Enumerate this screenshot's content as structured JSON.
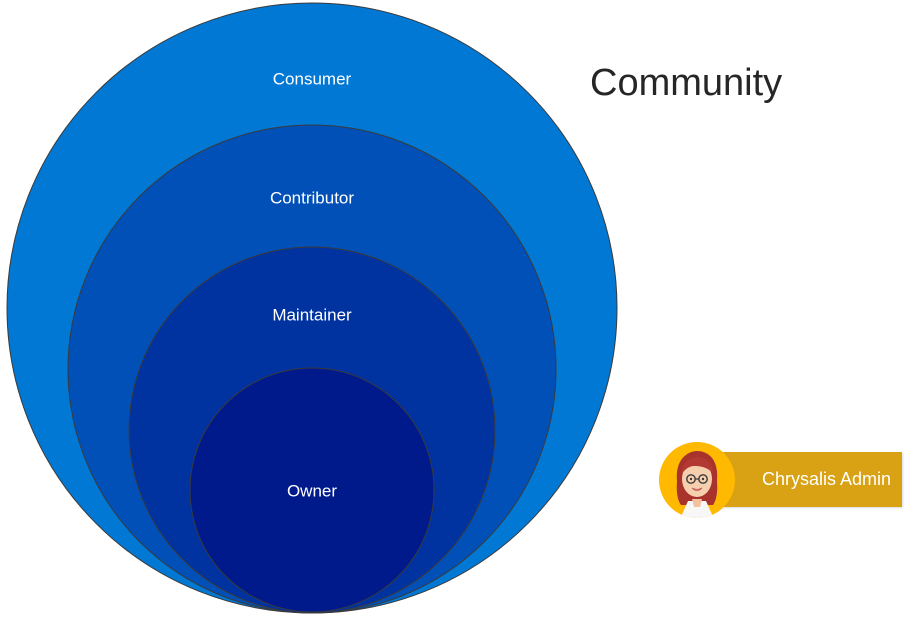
{
  "title": "Community",
  "rings": [
    {
      "label": "Consumer",
      "color": "#0078d4"
    },
    {
      "label": "Contributor",
      "color": "#0050b8"
    },
    {
      "label": "Maintainer",
      "color": "#0032a0"
    },
    {
      "label": "Owner",
      "color": "#001a8c"
    }
  ],
  "admin": {
    "name": "Chrysalis Admin",
    "accent": "#d8a214",
    "avatar_icon": "woman-avatar-icon"
  }
}
